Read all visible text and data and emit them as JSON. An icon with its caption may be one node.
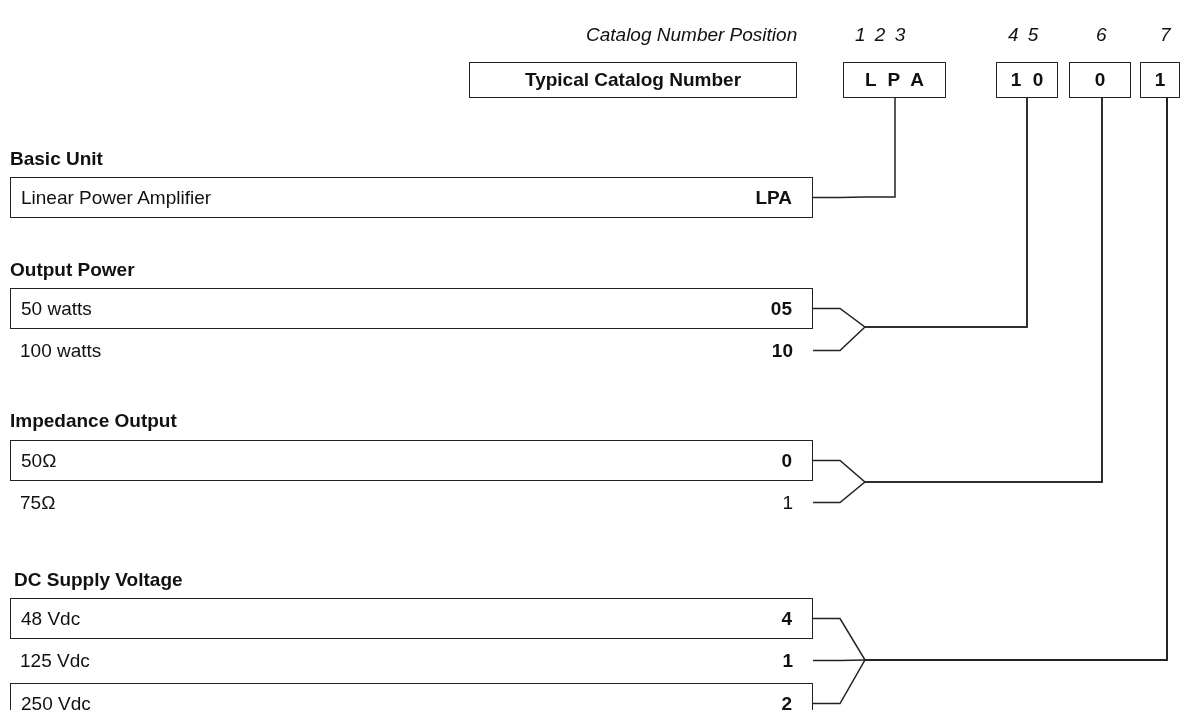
{
  "diagram": {
    "nodes": [
      {
        "text": [
          "Typical Catalog Number"
        ]
      },
      {
        "text": [
          "L P A"
        ]
      },
      {
        "text": [
          "1 0"
        ]
      },
      {
        "text": [
          "0"
        ]
      },
      {
        "text": [
          "1"
        ]
      },
      {
        "text": [
          "Linear Power Amplifier",
          "LPA"
        ]
      },
      {
        "text": [
          "50 watts",
          "05"
        ]
      },
      {
        "text": [
          "100 watts",
          "10"
        ]
      },
      {
        "text": [
          "50Ω",
          "0"
        ]
      },
      {
        "text": [
          "75Ω",
          "1"
        ]
      },
      {
        "text": [
          "48 Vdc",
          "4"
        ]
      },
      {
        "text": [
          "125 Vdc",
          "1"
        ]
      },
      {
        "text": [
          "250 Vdc",
          "2"
        ]
      }
    ],
    "edges": [
      {
        "from": 5,
        "to": 1,
        "arrow": "none"
      },
      {
        "from": 6,
        "to": 2,
        "arrow": "none"
      },
      {
        "from": 7,
        "to": 2,
        "arrow": "none"
      },
      {
        "from": 8,
        "to": 3,
        "arrow": "none"
      },
      {
        "from": 9,
        "to": 3,
        "arrow": "none"
      },
      {
        "from": 10,
        "to": 4,
        "arrow": "none"
      },
      {
        "from": 11,
        "to": 4,
        "arrow": "none"
      },
      {
        "from": 12,
        "to": 4,
        "arrow": "none"
      }
    ],
    "labels": [
      "Catalog Number Position",
      "1 2 3",
      "4 5",
      "6",
      "7",
      "Basic Unit",
      "Output Power",
      "Impedance Output",
      "DC Supply Voltage"
    ]
  }
}
